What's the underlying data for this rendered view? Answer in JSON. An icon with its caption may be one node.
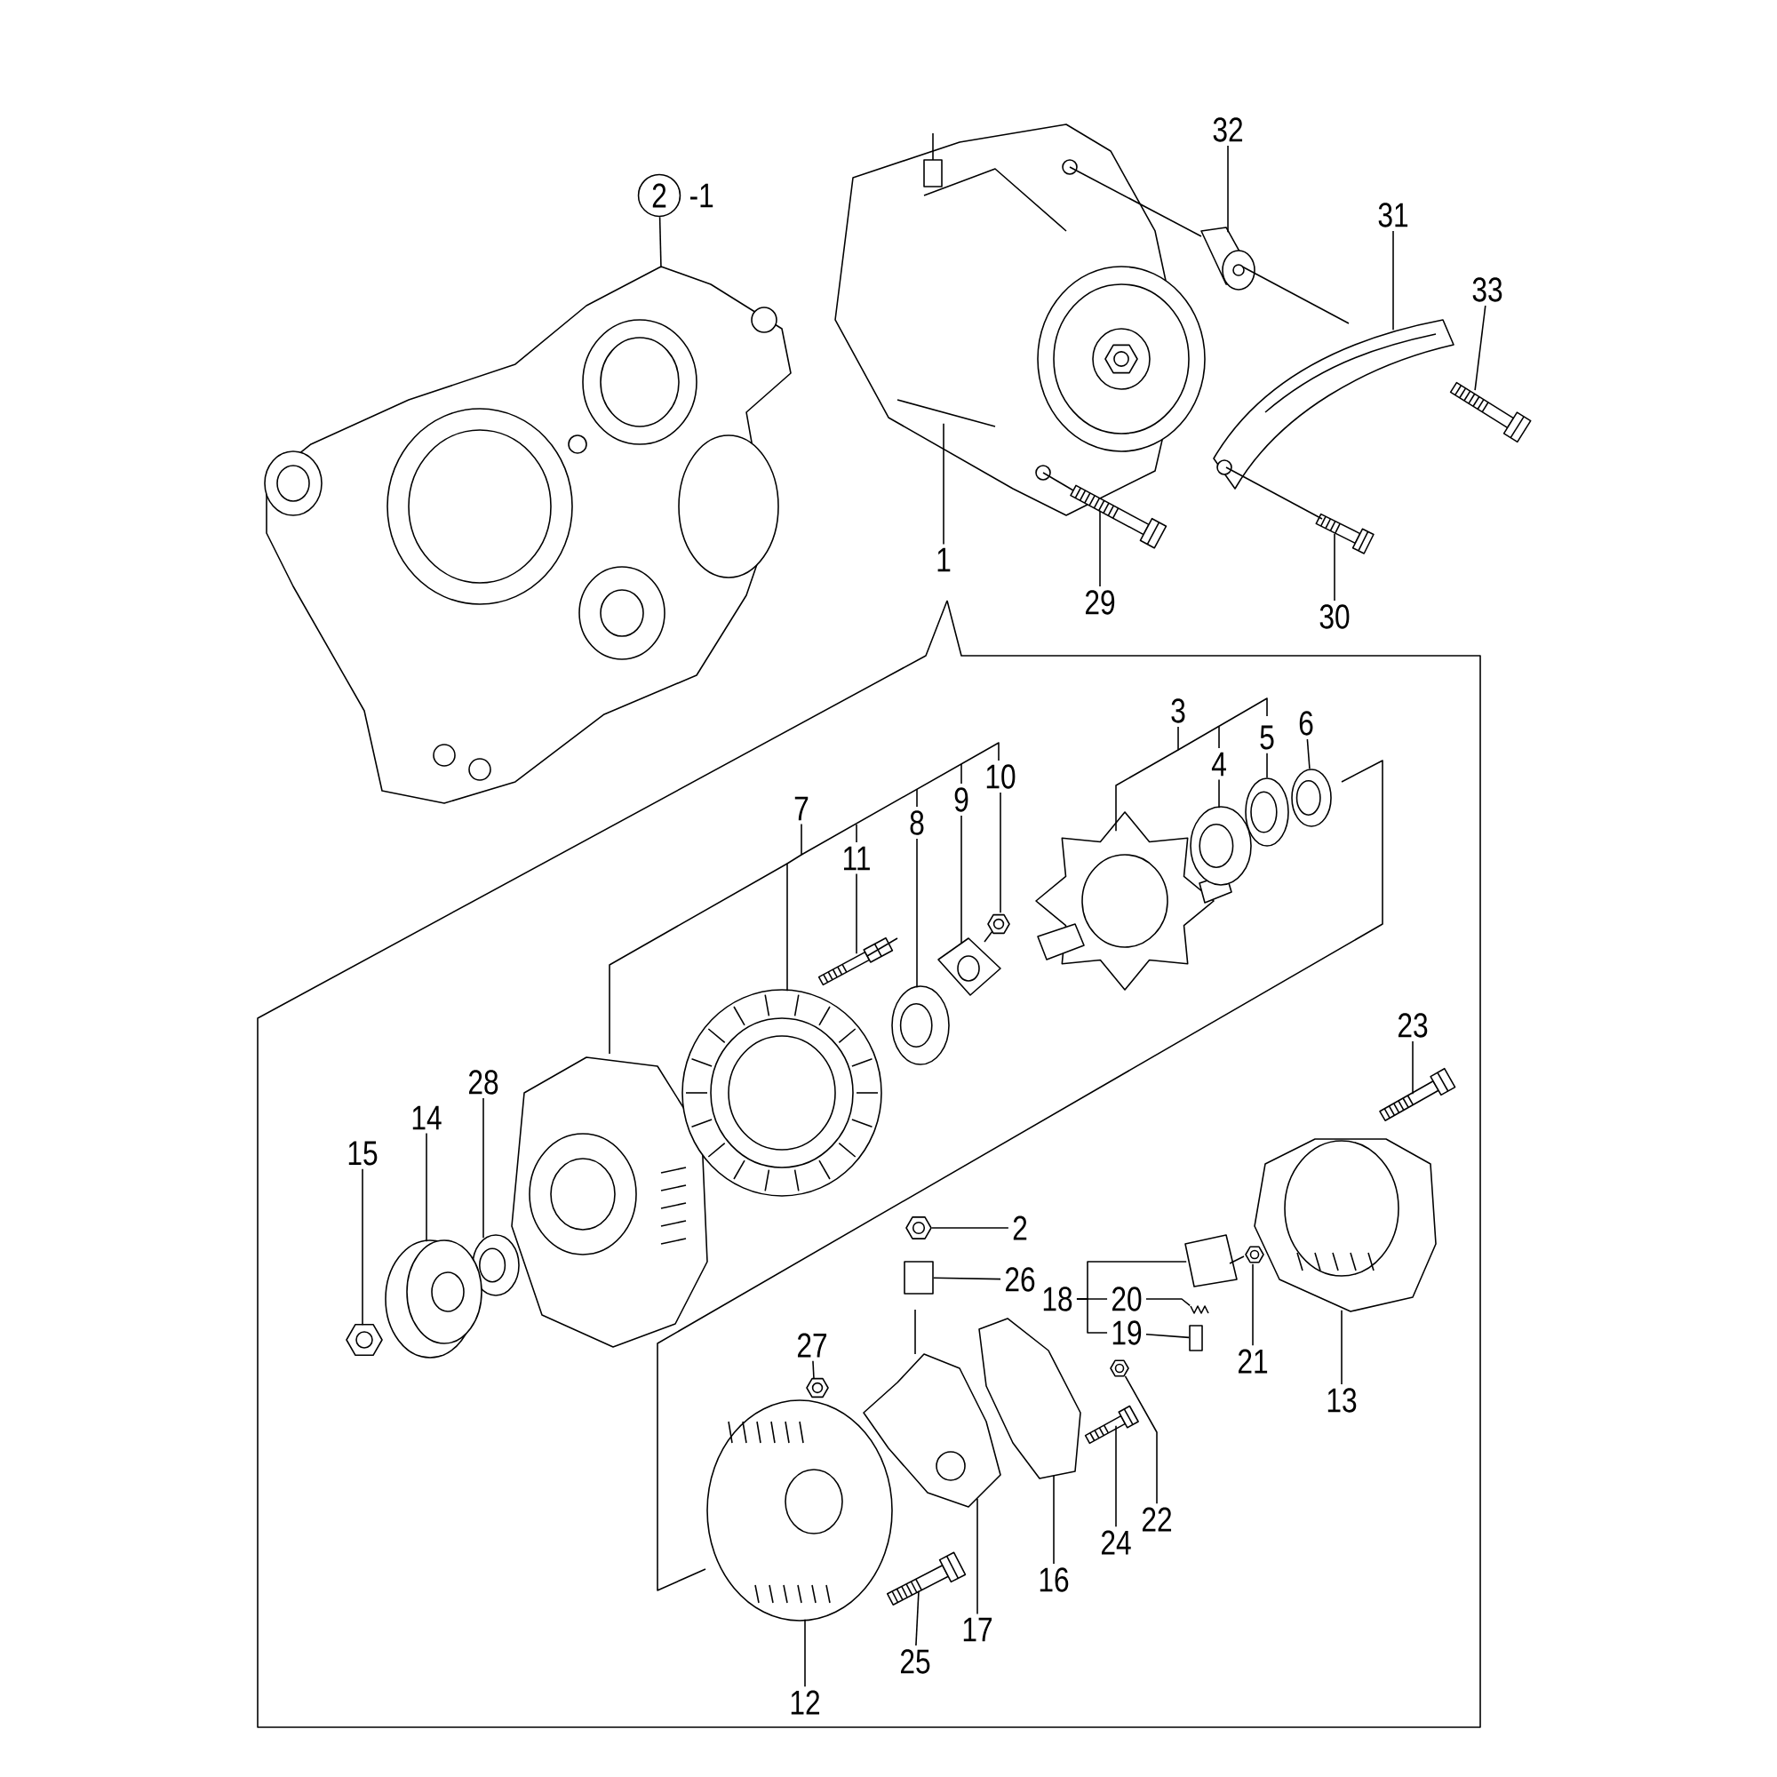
{
  "diagram": {
    "nodes": [
      {
        "text": [
          "2"
        ],
        "beside": [
          "-1"
        ]
      },
      {
        "text": [
          "32"
        ]
      },
      {
        "text": [
          "31"
        ]
      },
      {
        "text": [
          "33"
        ]
      },
      {
        "text": [
          "1"
        ]
      },
      {
        "text": [
          "29"
        ]
      },
      {
        "text": [
          "30"
        ]
      },
      {
        "text": [
          "3"
        ]
      },
      {
        "text": [
          "6"
        ]
      },
      {
        "text": [
          "5"
        ]
      },
      {
        "text": [
          "7"
        ]
      },
      {
        "text": [
          "4"
        ]
      },
      {
        "text": [
          "10"
        ]
      },
      {
        "text": [
          "9"
        ]
      },
      {
        "text": [
          "8"
        ]
      },
      {
        "text": [
          "11"
        ]
      },
      {
        "text": [
          "23"
        ]
      },
      {
        "text": [
          "28"
        ]
      },
      {
        "text": [
          "14"
        ]
      },
      {
        "text": [
          "15"
        ]
      },
      {
        "text": [
          "2"
        ]
      },
      {
        "text": [
          "26"
        ]
      },
      {
        "text": [
          "27"
        ]
      },
      {
        "text": [
          "18"
        ]
      },
      {
        "text": [
          "20"
        ]
      },
      {
        "text": [
          "19"
        ]
      },
      {
        "text": [
          "21"
        ]
      },
      {
        "text": [
          "13"
        ]
      },
      {
        "text": [
          "22"
        ]
      },
      {
        "text": [
          "24"
        ]
      },
      {
        "text": [
          "16"
        ]
      },
      {
        "text": [
          "17"
        ]
      },
      {
        "text": [
          "25"
        ]
      },
      {
        "text": [
          "12"
        ]
      },
      {
        "text": [],
        "shape": "picture"
      },
      {
        "text": [],
        "shape": "picture"
      },
      {
        "text": [],
        "shape": "picture"
      },
      {
        "text": [],
        "shape": "picture"
      },
      {
        "text": [],
        "shape": "picture"
      },
      {
        "text": [],
        "shape": "picture"
      },
      {
        "text": [],
        "shape": "picture"
      },
      {
        "text": [],
        "shape": "picture"
      },
      {
        "text": [],
        "shape": "picture"
      },
      {
        "text": [],
        "shape": "picture"
      },
      {
        "text": [],
        "shape": "picture"
      },
      {
        "text": [],
        "shape": "picture"
      },
      {
        "text": [],
        "shape": "picture"
      },
      {
        "text": [],
        "shape": "picture"
      },
      {
        "text": [],
        "shape": "picture"
      },
      {
        "text": [],
        "shape": "picture"
      },
      {
        "text": [],
        "shape": "picture"
      },
      {
        "text": [],
        "shape": "picture"
      },
      {
        "text": [],
        "shape": "picture"
      },
      {
        "text": [],
        "shape": "picture"
      },
      {
        "text": [],
        "shape": "picture"
      },
      {
        "text": [],
        "shape": "box"
      },
      {
        "text": [],
        "shape": "picture"
      },
      {
        "text": [],
        "shape": "picture"
      },
      {
        "text": [],
        "shape": "picture"
      },
      {
        "text": [],
        "shape": "box"
      },
      {
        "text": [],
        "shape": "picture"
      },
      {
        "text": [],
        "shape": "picture"
      },
      {
        "text": [],
        "shape": "picture"
      },
      {
        "text": [],
        "shape": "picture"
      },
      {
        "text": [],
        "shape": "picture"
      },
      {
        "text": [],
        "shape": "picture"
      },
      {
        "text": [],
        "shape": "picture"
      },
      {
        "text": [],
        "shape": "picture"
      }
    ],
    "edges": [
      {
        "from": 0,
        "to": 34,
        "arrow": "none"
      },
      {
        "from": 1,
        "to": 35,
        "arrow": "none"
      },
      {
        "from": 2,
        "to": 36,
        "arrow": "none"
      },
      {
        "from": 3,
        "to": 37,
        "arrow": "none"
      },
      {
        "from": 4,
        "to": 38,
        "arrow": "none"
      },
      {
        "from": 5,
        "to": 39,
        "arrow": "none"
      },
      {
        "from": 6,
        "to": 40,
        "arrow": "none"
      },
      {
        "from": 7,
        "to": 41,
        "arrow": "none"
      },
      {
        "from": 8,
        "to": 42,
        "arrow": "none"
      },
      {
        "from": 9,
        "to": 43,
        "arrow": "none"
      },
      {
        "from": 10,
        "to": 44,
        "arrow": "none"
      },
      {
        "from": 11,
        "to": 45,
        "arrow": "none"
      },
      {
        "from": 12,
        "to": 46,
        "arrow": "none"
      },
      {
        "from": 13,
        "to": 47,
        "arrow": "none"
      },
      {
        "from": 14,
        "to": 48,
        "arrow": "none"
      },
      {
        "from": 15,
        "to": 49,
        "arrow": "none"
      },
      {
        "from": 16,
        "to": 50,
        "arrow": "none"
      },
      {
        "from": 17,
        "to": 51,
        "arrow": "none"
      },
      {
        "from": 18,
        "to": 52,
        "arrow": "none"
      },
      {
        "from": 19,
        "to": 53,
        "arrow": "none"
      },
      {
        "from": 20,
        "to": 54,
        "arrow": "none"
      },
      {
        "from": 21,
        "to": 55,
        "arrow": "none"
      },
      {
        "from": 22,
        "to": 56,
        "arrow": "none"
      },
      {
        "from": 23,
        "to": 57,
        "arrow": "none"
      },
      {
        "from": 23,
        "to": 24,
        "arrow": "none"
      },
      {
        "from": 23,
        "to": 25,
        "arrow": "none"
      },
      {
        "from": 24,
        "to": 58,
        "arrow": "none"
      },
      {
        "from": 25,
        "to": 59,
        "arrow": "none"
      },
      {
        "from": 26,
        "to": 60,
        "arrow": "none"
      },
      {
        "from": 27,
        "to": 61,
        "arrow": "none"
      },
      {
        "from": 28,
        "to": 62,
        "arrow": "none"
      },
      {
        "from": 29,
        "to": 63,
        "arrow": "none"
      },
      {
        "from": 30,
        "to": 64,
        "arrow": "none"
      },
      {
        "from": 31,
        "to": 65,
        "arrow": "none"
      },
      {
        "from": 32,
        "to": 66,
        "arrow": "none"
      },
      {
        "from": 33,
        "to": 67,
        "arrow": "none"
      },
      {
        "from": 38,
        "to": 35,
        "arrow": "none"
      },
      {
        "from": 35,
        "to": 36,
        "arrow": "none"
      },
      {
        "from": 38,
        "to": 39,
        "arrow": "none"
      },
      {
        "from": 36,
        "to": 40,
        "arrow": "none"
      }
    ]
  }
}
